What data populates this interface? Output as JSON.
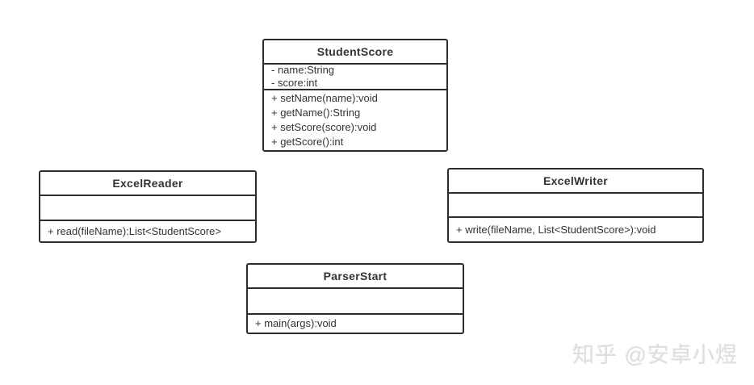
{
  "diagram": {
    "kind": "uml-class-diagram",
    "background_color": "#ffffff",
    "box_border_color": "#2d2d2d",
    "text_color": "#333333"
  },
  "classes": [
    {
      "name": "StudentScore",
      "attributes": [
        "- name:String",
        "- score:int"
      ],
      "methods": [
        "+ setName(name):void",
        "+ getName():String",
        "+ setScore(score):void",
        "+ getScore():int"
      ]
    },
    {
      "name": "ExcelReader",
      "attributes": [],
      "methods": [
        "+ read(fileName):List<StudentScore>"
      ]
    },
    {
      "name": "ExcelWriter",
      "attributes": [],
      "methods": [
        "+ write(fileName, List<StudentScore>):void"
      ]
    },
    {
      "name": "ParserStart",
      "attributes": [],
      "methods": [
        "+ main(args):void"
      ]
    }
  ],
  "watermark": {
    "text": "知乎 @安卓小煜",
    "color": "#dedede"
  }
}
